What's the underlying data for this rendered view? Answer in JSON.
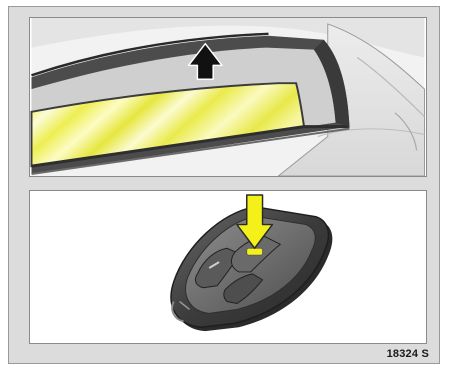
{
  "figure": {
    "id_label": "18324 S",
    "colors": {
      "background": "#dcdcdc",
      "panel_bg": "#ffffff",
      "glass_yellow": "#f1f25a",
      "arrow_black": "#111111",
      "arrow_yellow": "#f4f01a",
      "key_body": "#3f3f3f",
      "outline": "#2a2a2a"
    },
    "top_panel": {
      "subject": "car-door-window",
      "arrow_direction": "up",
      "arrow_icon": "black-up-arrow-icon"
    },
    "bottom_panel": {
      "subject": "remote-key-fob",
      "arrow_direction": "down",
      "arrow_icon": "yellow-down-arrow-icon",
      "pressed_button": "unlock"
    }
  }
}
